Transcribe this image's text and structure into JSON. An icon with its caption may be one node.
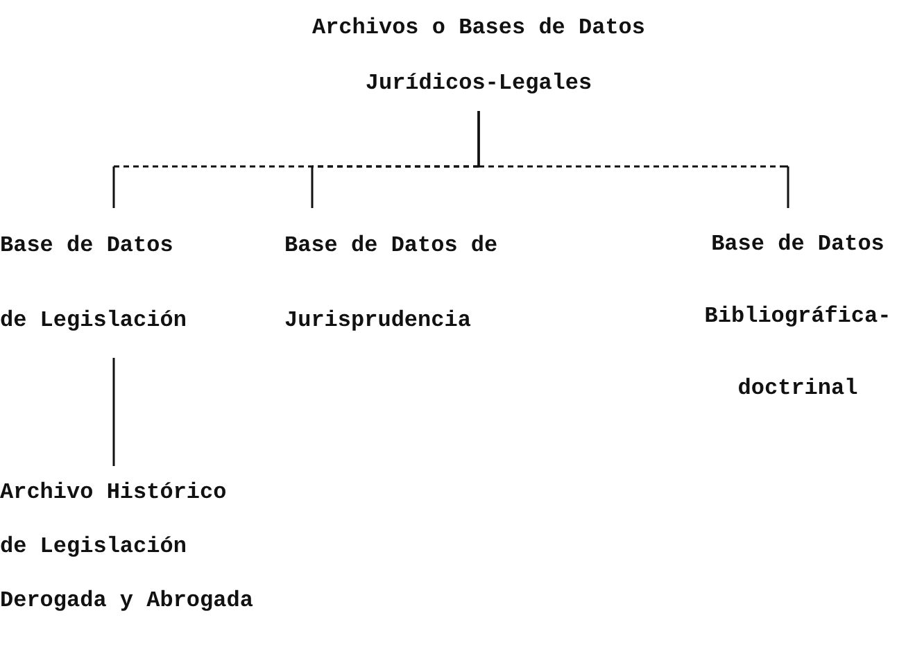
{
  "diagram": {
    "nodes": [
      {
        "text": [
          "Archivos o Bases de Datos Jurídicos-Legales"
        ]
      },
      {
        "text": [
          "Base de Datos de Legislación"
        ]
      },
      {
        "text": [
          "Base de Datos de Jurisprudencia"
        ]
      },
      {
        "text": [
          "Base de Datos Bibliográfica-doctrinal"
        ]
      },
      {
        "text": [
          "Archivo Histórico de Legislación Derogada y Abrogada"
        ]
      }
    ],
    "edges": [
      {
        "from": 0,
        "to": 1,
        "arrow": "none",
        "style": "dashed"
      },
      {
        "from": 0,
        "to": 2,
        "arrow": "none",
        "style": "dashed"
      },
      {
        "from": 0,
        "to": 3,
        "arrow": "none",
        "style": "dashed"
      },
      {
        "from": 1,
        "to": 4,
        "arrow": "none"
      }
    ]
  }
}
